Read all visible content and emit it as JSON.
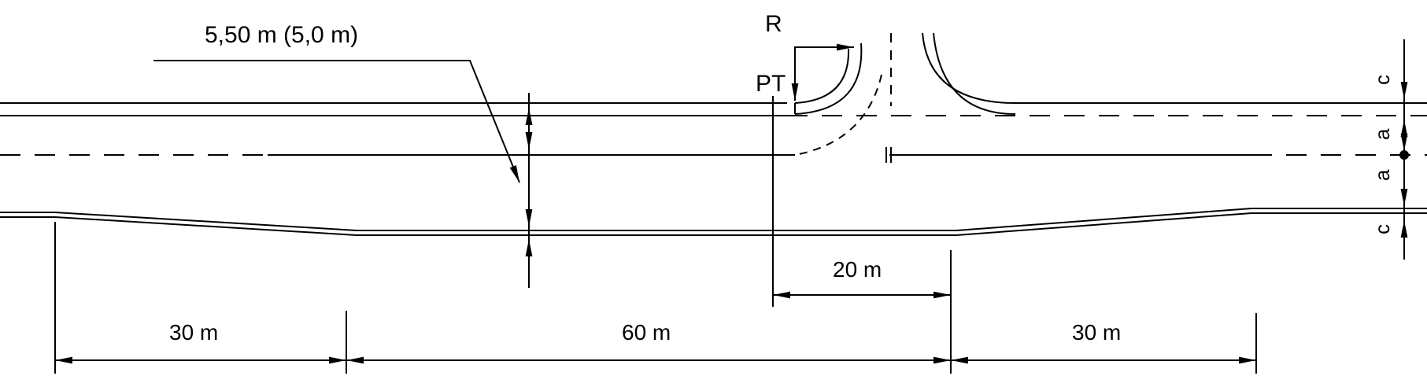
{
  "labels": {
    "median_width": "5,50 m (5,0 m)",
    "radius": "R",
    "pt": "PT",
    "taper_left": "30 m",
    "parallel": "60 m",
    "taper_right": "30 m",
    "offset": "20 m",
    "side_c_top": "c",
    "side_a_top": "a",
    "side_a_bottom": "a",
    "side_c_bottom": "c"
  },
  "colors": {
    "line": "#000000",
    "background": "#ffffff"
  }
}
